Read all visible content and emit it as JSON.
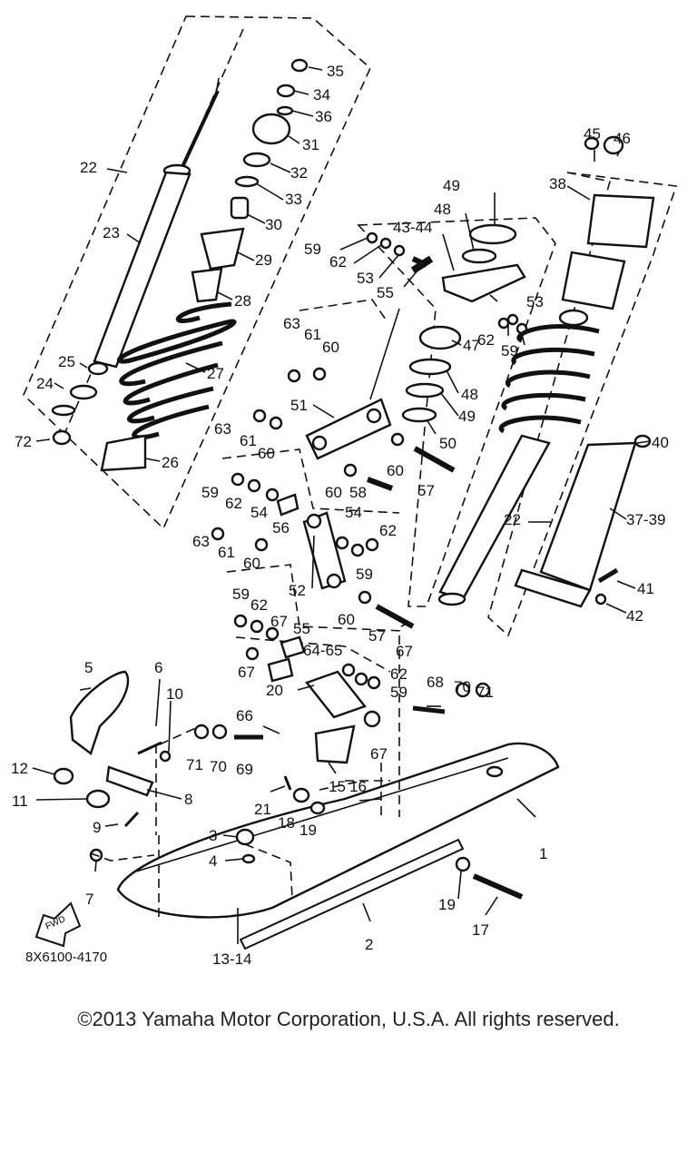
{
  "diagram": {
    "code": "8X6100-4170",
    "fwd_label": "FWD",
    "labels": {
      "22a": "22",
      "23": "23",
      "24": "24",
      "25": "25",
      "72": "72",
      "35": "35",
      "34": "34",
      "36": "36",
      "31": "31",
      "32": "32",
      "33": "33",
      "30": "30",
      "29": "29",
      "28": "28",
      "27": "27",
      "26": "26",
      "45": "45",
      "46": "46",
      "38": "38",
      "49a": "49",
      "48a": "48",
      "4344": "43-44",
      "59a": "59",
      "62a": "62",
      "53a": "53",
      "55a": "55",
      "53b": "53",
      "62b": "62",
      "59b": "59",
      "63a": "63",
      "61a": "61",
      "60a": "60",
      "47": "47",
      "48b": "48",
      "49b": "49",
      "50": "50",
      "51": "51",
      "63b": "63",
      "61b": "61",
      "60b": "60",
      "60c": "60",
      "60d": "60",
      "58": "58",
      "57a": "57",
      "22b": "22",
      "40": "40",
      "3739": "37-39",
      "59c": "59",
      "62c": "62",
      "54a": "54",
      "56": "56",
      "54b": "54",
      "62d": "62",
      "63c": "63",
      "61c": "61",
      "60e": "60",
      "59d": "59",
      "52": "52",
      "60f": "60",
      "41": "41",
      "42": "42",
      "59e": "59",
      "62e": "62",
      "67a": "67",
      "55b": "55",
      "57b": "57",
      "6465": "64-65",
      "67b": "67",
      "67c": "67",
      "62f": "62",
      "59f": "59",
      "20": "20",
      "68": "68",
      "70a": "70",
      "71a": "71",
      "5": "5",
      "6": "6",
      "10": "10",
      "66": "66",
      "71b": "71",
      "70b": "70",
      "69": "69",
      "67d": "67",
      "12": "12",
      "11": "11",
      "8": "8",
      "9": "9",
      "15": "15",
      "16": "16",
      "21": "21",
      "18": "18",
      "19a": "19",
      "1": "1",
      "3": "3",
      "4": "4",
      "7": "7",
      "19b": "19",
      "17": "17",
      "2": "2",
      "1314": "13-14"
    }
  },
  "footer": {
    "copyright": "©2013 Yamaha Motor Corporation, U.S.A. All rights reserved."
  }
}
